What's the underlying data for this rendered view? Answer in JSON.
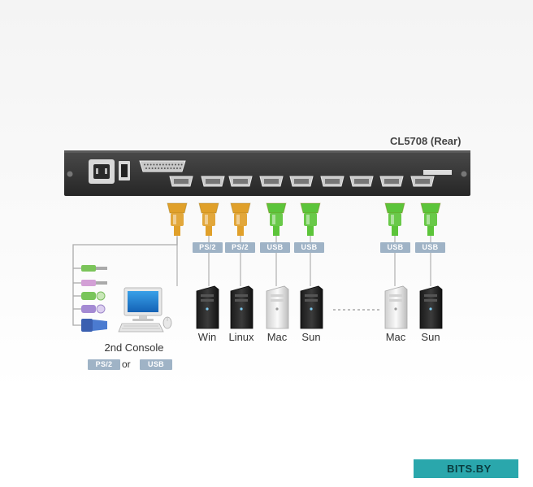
{
  "device": {
    "title": "CL5708 (Rear)"
  },
  "cables": [
    {
      "interface": "PS/2",
      "color": "#e0a02a"
    },
    {
      "interface": "PS/2",
      "color": "#e0a02a"
    },
    {
      "interface": "PS/2",
      "color": "#e0a02a"
    },
    {
      "interface": "USB",
      "color": "#5cc43a"
    },
    {
      "interface": "USB",
      "color": "#5cc43a"
    },
    {
      "interface": "USB",
      "color": "#5cc43a"
    },
    {
      "interface": "USB",
      "color": "#5cc43a"
    }
  ],
  "computers": [
    {
      "label": "Win",
      "style": "black"
    },
    {
      "label": "Linux",
      "style": "black"
    },
    {
      "label": "Mac",
      "style": "white"
    },
    {
      "label": "Sun",
      "style": "black"
    },
    {
      "label": "Mac",
      "style": "white"
    },
    {
      "label": "Sun",
      "style": "black"
    }
  ],
  "second_console": {
    "title": "2nd Console",
    "option_a": "PS/2",
    "or_text": "or",
    "option_b": "USB"
  },
  "watermark": {
    "text": "BITS.BY"
  },
  "colors": {
    "tag_bg": "#9fb3c6",
    "device_body": "#3a3a3a",
    "ps2_cable": "#e0a02a",
    "usb_cable": "#5cc43a",
    "watermark_bg": "#2aa7ac"
  }
}
